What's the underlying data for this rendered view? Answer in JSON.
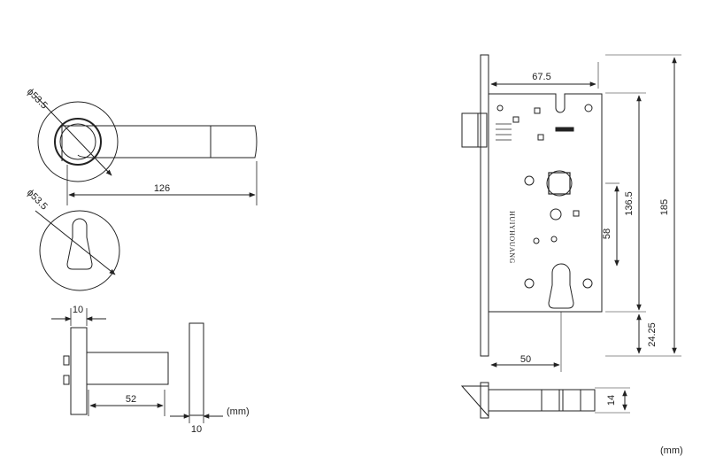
{
  "handle_view": {
    "rose_diameter": "ϕ53.5",
    "lever_length": "126"
  },
  "escutcheon_view": {
    "rose_diameter": "ϕ53.5"
  },
  "side_view": {
    "rose_thickness": "10",
    "spindle_length": "52",
    "plate_thickness": "10",
    "unit": "(mm)"
  },
  "lock_body": {
    "brand": "HUIYHOUANG",
    "backset": "67.5",
    "height_to_handle": "136.5",
    "handle_to_cylinder": "58",
    "total_height": "185",
    "bottom_offset": "24.25",
    "cylinder_backset": "50",
    "body_thickness": "14"
  },
  "unit_label": "(mm)"
}
